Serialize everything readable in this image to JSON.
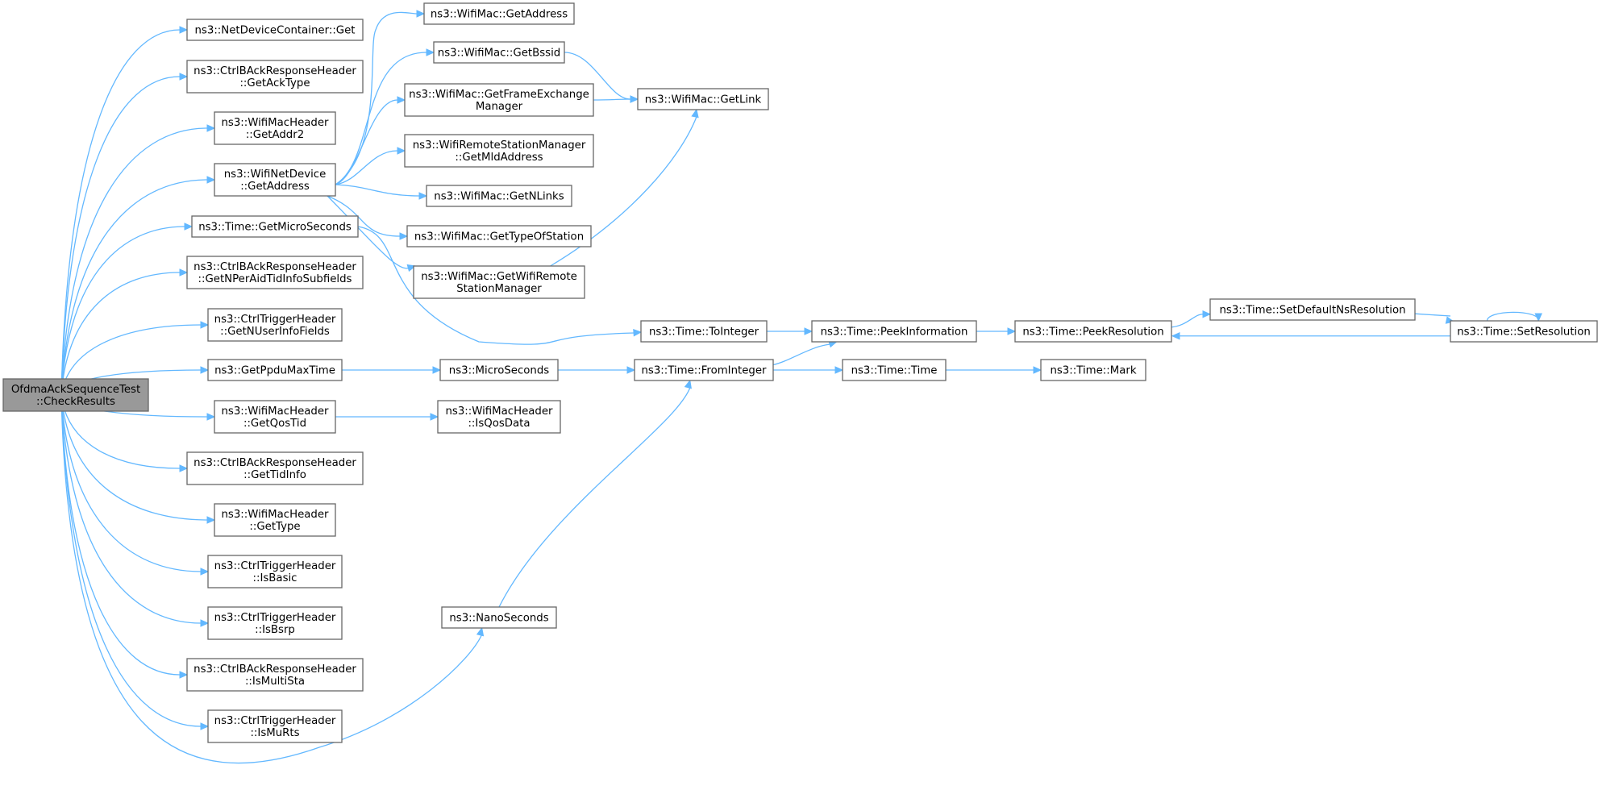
{
  "diagram": {
    "kind": "call graph",
    "colors": {
      "edge": "#63b8ff",
      "node_border": "#666666",
      "root_fill": "#999999",
      "node_fill": "#ffffff"
    },
    "nodes": [
      {
        "id": "root",
        "lines": [
          "OfdmaAckSequenceTest",
          "::CheckResults"
        ],
        "root": true
      },
      {
        "id": "ndcGet",
        "lines": [
          "ns3::NetDeviceContainer::Get"
        ]
      },
      {
        "id": "getAckType",
        "lines": [
          "ns3::CtrlBAckResponseHeader",
          "::GetAckType"
        ]
      },
      {
        "id": "getAddr2",
        "lines": [
          "ns3::WifiMacHeader",
          "::GetAddr2"
        ]
      },
      {
        "id": "wndGetAddress",
        "lines": [
          "ns3::WifiNetDevice",
          "::GetAddress"
        ]
      },
      {
        "id": "getMicroSeconds",
        "lines": [
          "ns3::Time::GetMicroSeconds"
        ]
      },
      {
        "id": "getNPerAid",
        "lines": [
          "ns3::CtrlBAckResponseHeader",
          "::GetNPerAidTidInfoSubfields"
        ]
      },
      {
        "id": "getNUser",
        "lines": [
          "ns3::CtrlTriggerHeader",
          "::GetNUserInfoFields"
        ]
      },
      {
        "id": "getPpdu",
        "lines": [
          "ns3::GetPpduMaxTime"
        ]
      },
      {
        "id": "getQosTid",
        "lines": [
          "ns3::WifiMacHeader",
          "::GetQosTid"
        ]
      },
      {
        "id": "getTidInfo",
        "lines": [
          "ns3::CtrlBAckResponseHeader",
          "::GetTidInfo"
        ]
      },
      {
        "id": "getType",
        "lines": [
          "ns3::WifiMacHeader",
          "::GetType"
        ]
      },
      {
        "id": "isBasic",
        "lines": [
          "ns3::CtrlTriggerHeader",
          "::IsBasic"
        ]
      },
      {
        "id": "isBsrp",
        "lines": [
          "ns3::CtrlTriggerHeader",
          "::IsBsrp"
        ]
      },
      {
        "id": "isMultiSta",
        "lines": [
          "ns3::CtrlBAckResponseHeader",
          "::IsMultiSta"
        ]
      },
      {
        "id": "isMuRts",
        "lines": [
          "ns3::CtrlTriggerHeader",
          "::IsMuRts"
        ]
      },
      {
        "id": "macGetAddress",
        "lines": [
          "ns3::WifiMac::GetAddress"
        ]
      },
      {
        "id": "getBssid",
        "lines": [
          "ns3::WifiMac::GetBssid"
        ]
      },
      {
        "id": "getFem",
        "lines": [
          "ns3::WifiMac::GetFrameExchange",
          "Manager"
        ]
      },
      {
        "id": "getMld",
        "lines": [
          "ns3::WifiRemoteStationManager",
          "::GetMldAddress"
        ]
      },
      {
        "id": "getNLinks",
        "lines": [
          "ns3::WifiMac::GetNLinks"
        ]
      },
      {
        "id": "getTypeOfStation",
        "lines": [
          "ns3::WifiMac::GetTypeOfStation"
        ]
      },
      {
        "id": "getWrsm",
        "lines": [
          "ns3::WifiMac::GetWifiRemote",
          "StationManager"
        ]
      },
      {
        "id": "getLink",
        "lines": [
          "ns3::WifiMac::GetLink"
        ]
      },
      {
        "id": "microSeconds",
        "lines": [
          "ns3::MicroSeconds"
        ]
      },
      {
        "id": "isQosData",
        "lines": [
          "ns3::WifiMacHeader",
          "::IsQosData"
        ]
      },
      {
        "id": "nanoSeconds",
        "lines": [
          "ns3::NanoSeconds"
        ]
      },
      {
        "id": "toInteger",
        "lines": [
          "ns3::Time::ToInteger"
        ]
      },
      {
        "id": "fromInteger",
        "lines": [
          "ns3::Time::FromInteger"
        ]
      },
      {
        "id": "peekInfo",
        "lines": [
          "ns3::Time::PeekInformation"
        ]
      },
      {
        "id": "timeTime",
        "lines": [
          "ns3::Time::Time"
        ]
      },
      {
        "id": "peekRes",
        "lines": [
          "ns3::Time::PeekResolution"
        ]
      },
      {
        "id": "mark",
        "lines": [
          "ns3::Time::Mark"
        ]
      },
      {
        "id": "setDefault",
        "lines": [
          "ns3::Time::SetDefaultNsResolution"
        ]
      },
      {
        "id": "setRes",
        "lines": [
          "ns3::Time::SetResolution"
        ]
      }
    ],
    "edges": [
      [
        "root",
        "ndcGet"
      ],
      [
        "root",
        "getAckType"
      ],
      [
        "root",
        "getAddr2"
      ],
      [
        "root",
        "wndGetAddress"
      ],
      [
        "root",
        "getMicroSeconds"
      ],
      [
        "root",
        "getNPerAid"
      ],
      [
        "root",
        "getNUser"
      ],
      [
        "root",
        "getPpdu"
      ],
      [
        "root",
        "getQosTid"
      ],
      [
        "root",
        "getTidInfo"
      ],
      [
        "root",
        "getType"
      ],
      [
        "root",
        "isBasic"
      ],
      [
        "root",
        "isBsrp"
      ],
      [
        "root",
        "isMultiSta"
      ],
      [
        "root",
        "isMuRts"
      ],
      [
        "root",
        "nanoSeconds"
      ],
      [
        "wndGetAddress",
        "macGetAddress"
      ],
      [
        "wndGetAddress",
        "getBssid"
      ],
      [
        "wndGetAddress",
        "getFem"
      ],
      [
        "wndGetAddress",
        "getMld"
      ],
      [
        "wndGetAddress",
        "getNLinks"
      ],
      [
        "wndGetAddress",
        "getTypeOfStation"
      ],
      [
        "wndGetAddress",
        "getWrsm"
      ],
      [
        "getBssid",
        "getLink"
      ],
      [
        "getFem",
        "getLink"
      ],
      [
        "getWrsm",
        "getLink"
      ],
      [
        "getMicroSeconds",
        "toInteger"
      ],
      [
        "getPpdu",
        "microSeconds"
      ],
      [
        "microSeconds",
        "fromInteger"
      ],
      [
        "getQosTid",
        "isQosData"
      ],
      [
        "nanoSeconds",
        "fromInteger"
      ],
      [
        "toInteger",
        "peekInfo"
      ],
      [
        "fromInteger",
        "peekInfo"
      ],
      [
        "fromInteger",
        "timeTime"
      ],
      [
        "peekInfo",
        "peekRes"
      ],
      [
        "timeTime",
        "mark"
      ],
      [
        "peekRes",
        "setDefault"
      ],
      [
        "setDefault",
        "setRes"
      ],
      [
        "setRes",
        "peekRes"
      ],
      [
        "setRes",
        "setRes"
      ]
    ]
  }
}
